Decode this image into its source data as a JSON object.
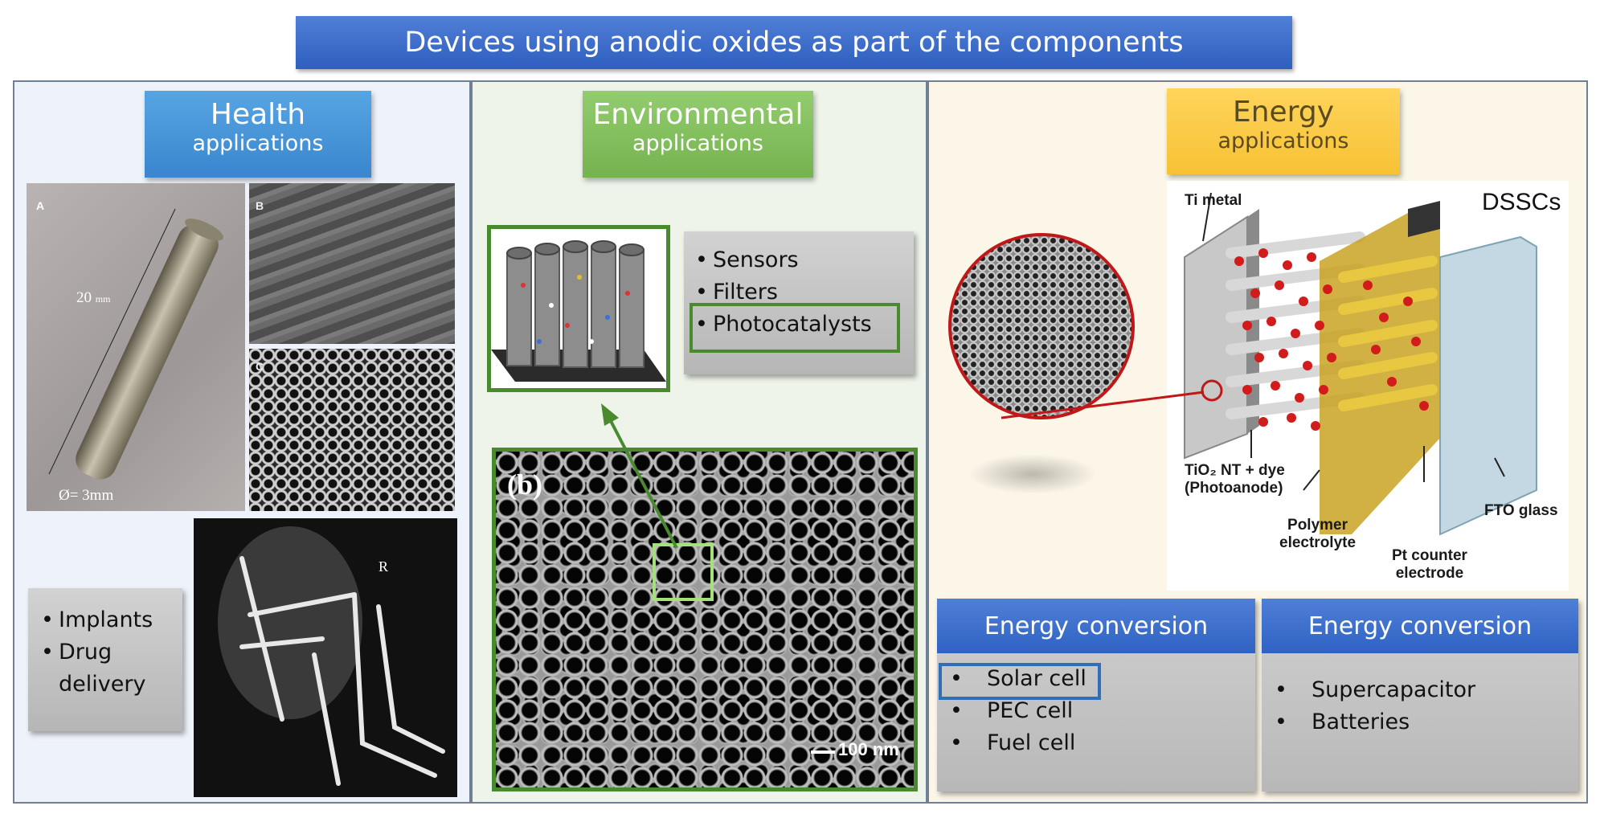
{
  "title": "Devices using anodic oxides as part of the components",
  "health": {
    "header_title": "Health",
    "header_sub": "applications",
    "photo_a_label": "A",
    "photo_a_length": "20",
    "photo_a_length_unit": "mm",
    "photo_a_diameter": "Ø= 3mm",
    "photo_b_label": "B",
    "photo_c_label": "C",
    "xray_label": "R",
    "bullets": [
      "Implants",
      "Drug delivery"
    ]
  },
  "environmental": {
    "header_title": "Environmental",
    "header_sub": "applications",
    "bullets": [
      "Sensors",
      "Filters",
      "Photocatalysts"
    ],
    "sem_label": "(b)",
    "scale_bar": "100 nm"
  },
  "energy": {
    "header_title": "Energy",
    "header_sub": "applications",
    "diagram": {
      "title": "DSSCs",
      "ti_metal": "Ti metal",
      "tio2_line1": "TiO₂ NT + dye",
      "tio2_line2": "(Photoanode)",
      "polymer_line1": "Polymer",
      "polymer_line2": "electrolyte",
      "pt_line1": "Pt counter",
      "pt_line2": "electrode",
      "fto": "FTO glass"
    },
    "conversion_left": {
      "header": "Energy conversion",
      "items": [
        "Solar cell",
        "PEC cell",
        "Fuel cell"
      ]
    },
    "conversion_right": {
      "header": "Energy conversion",
      "items": [
        "Supercapacitor",
        "Batteries"
      ]
    }
  },
  "colors": {
    "title_blue": "#2f5fbf",
    "health_blue": "#3a86cf",
    "env_green": "#75b34f",
    "energy_yellow": "#f7c234",
    "highlight_green": "#4a8a2e",
    "highlight_blue": "#2e6fb8",
    "pore_red": "#c01818"
  }
}
